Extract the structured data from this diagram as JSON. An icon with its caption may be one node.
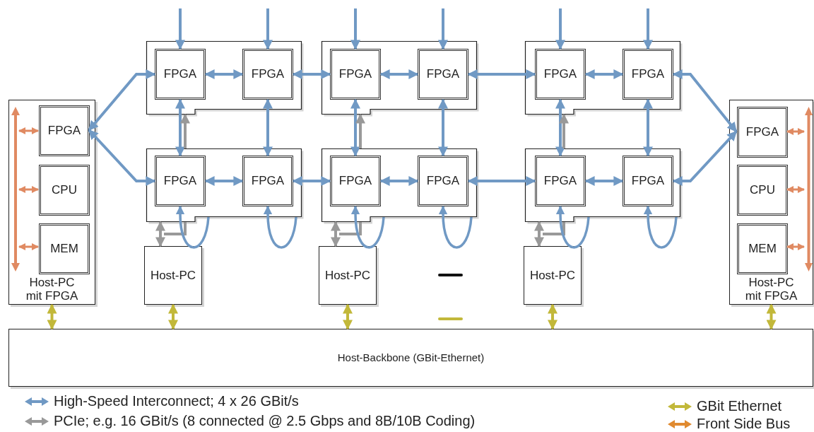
{
  "diagram": {
    "nodes": [
      {
        "text": [
          "Host-PC mit FPGA"
        ]
      },
      {
        "text": [
          "FPGA"
        ],
        "in": 0
      },
      {
        "text": [
          "CPU"
        ],
        "in": 0
      },
      {
        "text": [
          "MEM"
        ],
        "in": 0
      },
      {
        "text": [],
        "shape": "bar",
        "in": 0
      },
      {
        "text": [],
        "shape": "box"
      },
      {
        "text": [
          "FPGA"
        ],
        "in": 5
      },
      {
        "text": [
          "FPGA"
        ],
        "in": 5
      },
      {
        "text": [],
        "shape": "box"
      },
      {
        "text": [
          "FPGA"
        ],
        "in": 8
      },
      {
        "text": [
          "FPGA"
        ],
        "in": 8
      },
      {
        "text": [],
        "shape": "box"
      },
      {
        "text": [
          "FPGA"
        ],
        "in": 11
      },
      {
        "text": [
          "FPGA"
        ],
        "in": 11
      },
      {
        "text": [],
        "shape": "box"
      },
      {
        "text": [
          "FPGA"
        ],
        "in": 14
      },
      {
        "text": [
          "FPGA"
        ],
        "in": 14
      },
      {
        "text": [],
        "shape": "box"
      },
      {
        "text": [
          "FPGA"
        ],
        "in": 17
      },
      {
        "text": [
          "FPGA"
        ],
        "in": 17
      },
      {
        "text": [],
        "shape": "box"
      },
      {
        "text": [
          "FPGA"
        ],
        "in": 20
      },
      {
        "text": [
          "FPGA"
        ],
        "in": 20
      },
      {
        "text": [
          "Host-PC mit FPGA"
        ]
      },
      {
        "text": [
          "FPGA"
        ],
        "in": 23
      },
      {
        "text": [
          "CPU"
        ],
        "in": 23
      },
      {
        "text": [
          "MEM"
        ],
        "in": 23
      },
      {
        "text": [],
        "shape": "bar",
        "in": 23
      },
      {
        "text": [
          "Host-PC"
        ]
      },
      {
        "text": [
          "Host-PC"
        ]
      },
      {
        "text": [
          "Host-PC"
        ]
      },
      {
        "text": [
          "Host-Backbone (GBit-Ethernet)"
        ]
      }
    ],
    "edges": [
      {
        "from": null,
        "to": 6,
        "arrow": "to"
      },
      {
        "from": null,
        "to": 7,
        "arrow": "to"
      },
      {
        "from": null,
        "to": 9,
        "arrow": "to"
      },
      {
        "from": null,
        "to": 10,
        "arrow": "to"
      },
      {
        "from": null,
        "to": 12,
        "arrow": "to"
      },
      {
        "from": null,
        "to": 13,
        "arrow": "to"
      },
      {
        "from": 6,
        "to": 7,
        "arrow": "both"
      },
      {
        "from": 7,
        "to": 9,
        "arrow": "both"
      },
      {
        "from": 9,
        "to": 10,
        "arrow": "both"
      },
      {
        "from": 10,
        "to": 12,
        "arrow": "both"
      },
      {
        "from": 12,
        "to": 13,
        "arrow": "both"
      },
      {
        "from": 15,
        "to": 16,
        "arrow": "both"
      },
      {
        "from": 16,
        "to": 18,
        "arrow": "both"
      },
      {
        "from": 18,
        "to": 19,
        "arrow": "both"
      },
      {
        "from": 19,
        "to": 21,
        "arrow": "both"
      },
      {
        "from": 21,
        "to": 22,
        "arrow": "both"
      },
      {
        "from": 6,
        "to": 15,
        "arrow": "both"
      },
      {
        "from": 7,
        "to": 16,
        "arrow": "both"
      },
      {
        "from": 9,
        "to": 18,
        "arrow": "both"
      },
      {
        "from": 10,
        "to": 19,
        "arrow": "both"
      },
      {
        "from": 12,
        "to": 21,
        "arrow": "both"
      },
      {
        "from": 13,
        "to": 22,
        "arrow": "both"
      },
      {
        "from": 1,
        "to": 6,
        "arrow": "both"
      },
      {
        "from": 1,
        "to": 15,
        "arrow": "both"
      },
      {
        "from": 13,
        "to": 24,
        "arrow": "both"
      },
      {
        "from": 22,
        "to": 24,
        "arrow": "both"
      },
      {
        "from": 14,
        "to": 5,
        "arrow": "to",
        "color": "#999999"
      },
      {
        "from": 17,
        "to": 8,
        "arrow": "to",
        "color": "#999999"
      },
      {
        "from": 20,
        "to": 11,
        "arrow": "to",
        "color": "#999999"
      },
      {
        "from": 28,
        "to": 14,
        "arrow": "both",
        "color": "#999999"
      },
      {
        "from": 29,
        "to": 17,
        "arrow": "both",
        "color": "#999999"
      },
      {
        "from": 30,
        "to": 20,
        "arrow": "both",
        "color": "#999999"
      },
      {
        "from": 14,
        "to": 15,
        "arrow": "to"
      },
      {
        "from": 14,
        "to": 16,
        "arrow": "to"
      },
      {
        "from": 17,
        "to": 18,
        "arrow": "to"
      },
      {
        "from": 17,
        "to": 19,
        "arrow": "to"
      },
      {
        "from": 20,
        "to": 21,
        "arrow": "to"
      },
      {
        "from": 20,
        "to": 22,
        "arrow": "to"
      },
      {
        "from": 4,
        "to": 1,
        "arrow": "both",
        "color": "#e08a62"
      },
      {
        "from": 4,
        "to": 2,
        "arrow": "both",
        "color": "#e08a62"
      },
      {
        "from": 4,
        "to": 3,
        "arrow": "both",
        "color": "#e08a62"
      },
      {
        "from": 27,
        "to": 24,
        "arrow": "both",
        "color": "#e08a62"
      },
      {
        "from": 27,
        "to": 25,
        "arrow": "both",
        "color": "#e08a62"
      },
      {
        "from": 27,
        "to": 26,
        "arrow": "both",
        "color": "#e08a62"
      },
      {
        "from": 0,
        "to": 31,
        "arrow": "both",
        "color": "#c2b83a"
      },
      {
        "from": 28,
        "to": 31,
        "arrow": "both",
        "color": "#c2b83a"
      },
      {
        "from": 29,
        "to": 31,
        "arrow": "both",
        "color": "#c2b83a"
      },
      {
        "from": 30,
        "to": 31,
        "arrow": "both",
        "color": "#c2b83a"
      },
      {
        "from": 23,
        "to": 31,
        "arrow": "both",
        "color": "#c2b83a"
      }
    ],
    "legend": [
      {
        "text": "High-Speed Interconnect; 4 x 26 GBit/s"
      },
      {
        "text": "PCIe; e.g. 16 GBit/s (8 connected @ 2.5 Gbps and 8B/10B Coding)"
      },
      {
        "text": "GBit Ethernet"
      },
      {
        "text": "Front Side Bus"
      }
    ]
  }
}
